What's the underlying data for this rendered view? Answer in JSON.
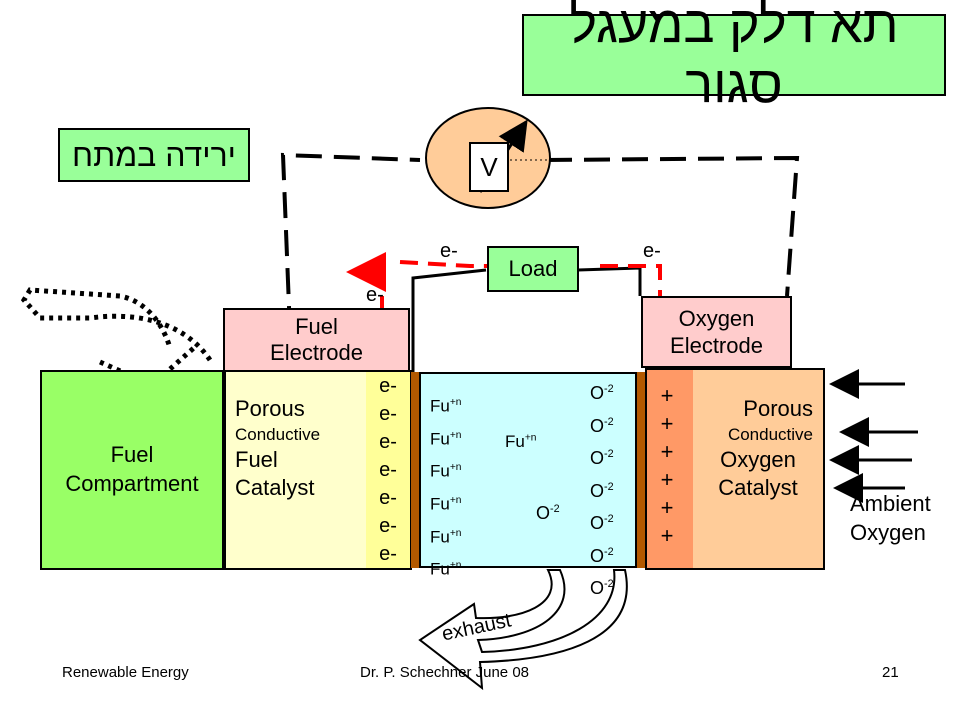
{
  "title": "תא דלק במעגל סגור",
  "hebrew_label": "ירידה במתח",
  "voltmeter": {
    "label": "V"
  },
  "load": {
    "label": "Load"
  },
  "electron_labels": {
    "left_top": "e-",
    "right_top": "e-",
    "side": "e-"
  },
  "fuel_electrode": {
    "line1": "Fuel",
    "line2": "Electrode"
  },
  "oxygen_electrode": {
    "line1": "Oxygen",
    "line2": "Electrode"
  },
  "fuel_compartment": {
    "line1": "Fuel",
    "line2": "Compartment"
  },
  "fuel_catalyst": {
    "line1": "Porous",
    "line2": "Conductive",
    "line3": "Fuel",
    "line4": "Catalyst"
  },
  "oxygen_catalyst": {
    "line1": "Porous",
    "line2": "Conductive",
    "line3": "Oxygen",
    "line4": "Catalyst"
  },
  "electrons_column": [
    "e-",
    "e-",
    "e-",
    "e-",
    "e-",
    "e-",
    "e-"
  ],
  "fuel_ions": {
    "base": "Fu",
    "charge": "+n",
    "count": 6
  },
  "oxygen_ions": {
    "base": "O",
    "charge": "-2",
    "count": 7
  },
  "plus_signs": [
    "+",
    "+",
    "+",
    "+",
    "+",
    "+"
  ],
  "middle_arrows": {
    "fu_label_base": "Fu",
    "fu_label_charge": "+n",
    "o_label_base": "O",
    "o_label_charge": "-2"
  },
  "ambient_oxygen": {
    "line1": "Ambient",
    "line2": "Oxygen"
  },
  "exhaust": "exhaust",
  "footer": {
    "left": "Renewable Energy",
    "center": "Dr. P. Schechner  June 08",
    "right": "21"
  },
  "colors": {
    "title_bg": "#99ff99",
    "electrode_bg": "#ffcccc",
    "catalyst_fuel_bg": "#ffffcc",
    "catalyst_oxygen_bg": "#ffcc99",
    "compartment_bg": "#99ff66",
    "electrolyte_bg": "#ccffff",
    "electron_strip_bg": "#ffff99",
    "plus_strip_bg": "#ff9966",
    "separator": "#b35900",
    "current_red": "#ff0000",
    "fu_arrow": "#0066ff",
    "o_arrow": "#cc6600"
  }
}
